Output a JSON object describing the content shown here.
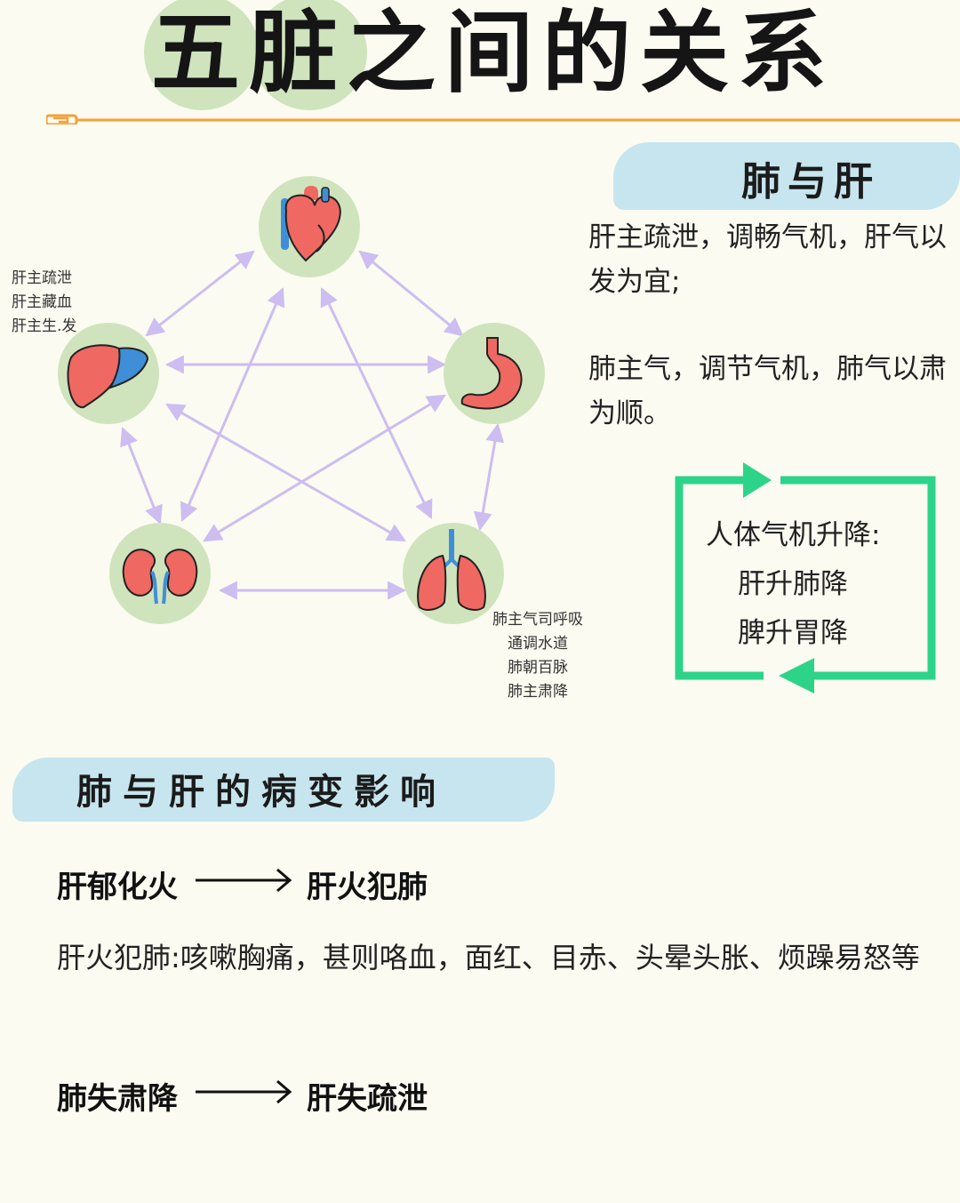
{
  "header": {
    "title": "五脏之间的关系"
  },
  "diagram": {
    "organs": [
      {
        "key": "heart",
        "icon": "heart-icon"
      },
      {
        "key": "liver",
        "icon": "liver-icon"
      },
      {
        "key": "stomach",
        "icon": "stomach-icon"
      },
      {
        "key": "kidney",
        "icon": "kidney-icon"
      },
      {
        "key": "lung",
        "icon": "lung-icon"
      }
    ],
    "liver_notes": [
      "肝主疏泄",
      "肝主藏血",
      "肝主生.发"
    ],
    "lung_notes": [
      "肺主气司呼吸",
      "通调水道",
      "肺朝百脉",
      "肺主肃降"
    ]
  },
  "section1": {
    "title": "肺与肝",
    "para1": [
      "肝主疏泄，调畅气机，肝气以",
      "发为宜;"
    ],
    "para2": [
      "肺主气，调节气机，肺气以肃",
      "为顺。"
    ]
  },
  "cycle": {
    "line1": "人体气机升降:",
    "line2": "肝升肺降",
    "line3": "脾升胃降"
  },
  "section2": {
    "title": "肺与肝的病变影响",
    "relation1": {
      "from": "肝郁化火",
      "to": "肝火犯肺"
    },
    "description": "肝火犯肺:咳嗽胸痛，甚则咯血，面红、目赤、头晕头胀、烦躁易怒等",
    "relation2": {
      "from": "肺失肃降",
      "to": "肝失疏泄"
    }
  },
  "colors": {
    "background": "#fbfbf1",
    "circle": "#cfe4bd",
    "arrow": "#cdbdf0",
    "banner": "#c7e5ee",
    "cycle": "#2ed38a",
    "rule": "#f0a23c",
    "organ_red": "#ef6862",
    "organ_blue": "#3f8fd8"
  }
}
